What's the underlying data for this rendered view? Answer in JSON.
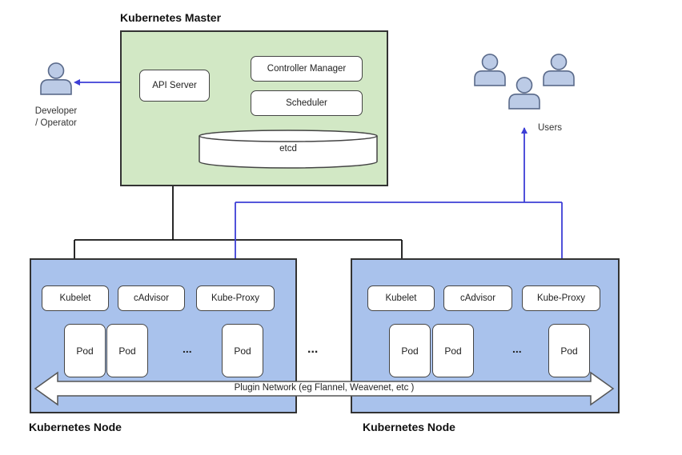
{
  "master": {
    "title": "Kubernetes Master",
    "api_server": "API Server",
    "controller_manager": "Controller Manager",
    "scheduler": "Scheduler",
    "etcd": "etcd"
  },
  "developer": {
    "label_line1": "Developer",
    "label_line2": "/ Operator"
  },
  "users": {
    "label": "Users"
  },
  "nodes": [
    {
      "title": "Kubernetes Node",
      "kubelet": "Kubelet",
      "cadvisor": "cAdvisor",
      "kube_proxy": "Kube-Proxy",
      "pods": [
        "Pod",
        "Pod",
        "Pod"
      ],
      "ellipsis": "..."
    },
    {
      "title": "Kubernetes Node",
      "kubelet": "Kubelet",
      "cadvisor": "cAdvisor",
      "kube_proxy": "Kube-Proxy",
      "pods": [
        "Pod",
        "Pod",
        "Pod"
      ],
      "ellipsis": "..."
    }
  ],
  "between_nodes_ellipsis": "...",
  "plugin_network": "Plugin Network (eg Flannel, Weavenet, etc )",
  "colors": {
    "master_fill": "#d2e8c5",
    "node_fill": "#a9c2ec",
    "blue_line": "#3d3ed6",
    "user_icon": "#bccbe6"
  }
}
